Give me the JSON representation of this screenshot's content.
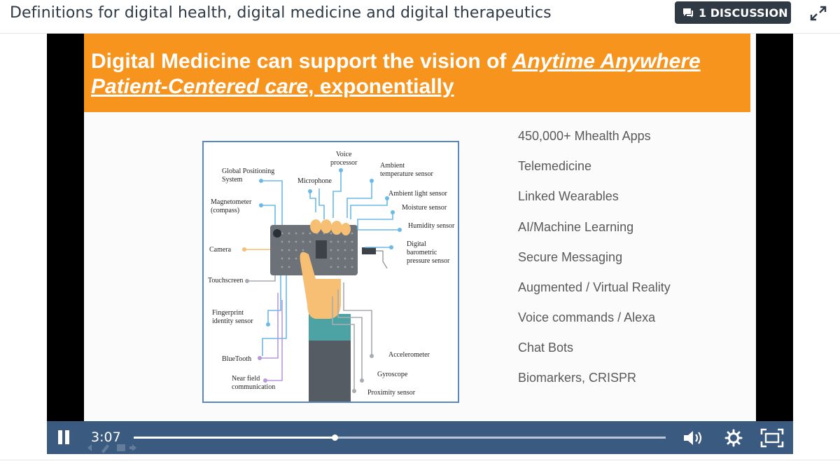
{
  "header": {
    "title": "Definitions for digital health, digital medicine and digital therapeutics",
    "discussion_label": "1 DISCUSSION",
    "discussion_icon": "chat-icon",
    "expand_icon": "expand-icon"
  },
  "slide": {
    "banner_part1": "Digital Medicine can support the vision of ",
    "banner_part2": "Anytime Anywhere Patient-Centered care",
    "banner_part3": ", exponentially",
    "banner_color": "#f7941d",
    "features": [
      "450,000+ Mhealth Apps",
      "Telemedicine",
      "Linked Wearables",
      "AI/Machine Learning",
      "Secure Messaging",
      "Augmented / Virtual Reality",
      "Voice commands / Alexa",
      "Chat Bots",
      "Biomarkers, CRISPR"
    ],
    "diagram_labels": {
      "voice": "Voice\nprocessor",
      "ambient_temp": "Ambient\ntemperature sensor",
      "gps": "Global Positioning\nSystem",
      "microphone": "Microphone",
      "ambient_light": "Ambient light sensor",
      "moisture": "Moisture sensor",
      "magnetometer": "Magnetometer\n(compass)",
      "humidity": "Humidity sensor",
      "barometric": "Digital barometric\npressure sensor",
      "camera": "Camera",
      "touchscreen": "Touchscreen",
      "fingerprint": "Fingerprint\nidentity sensor",
      "accelerometer": "Accelerometer",
      "bluetooth": "BlueTooth",
      "gyroscope": "Gyroscope",
      "nfc": "Near field\ncommunication",
      "proximity": "Proximity sensor"
    }
  },
  "player": {
    "time": "3:07",
    "progress": 0.377,
    "pause_icon": "pause-icon",
    "volume_icon": "volume-icon",
    "settings_icon": "gear-icon",
    "fullscreen_icon": "fullscreen-icon",
    "controls_color": "#3a5a80"
  }
}
